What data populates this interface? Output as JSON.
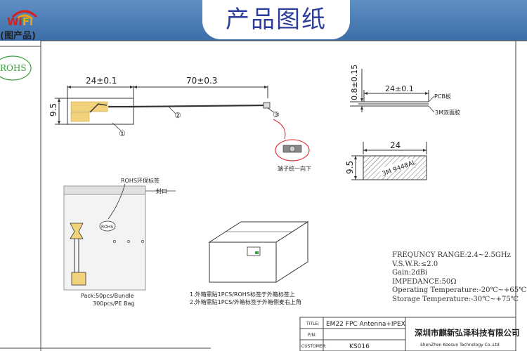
{
  "header": {
    "title": "产品图纸",
    "logo": {
      "main": "Wi",
      "accent": "Fi"
    }
  },
  "stamps": {
    "rohs": "ROHS",
    "cut_chars": "(图产品)"
  },
  "antenna": {
    "dim_width": "24±0.1",
    "dim_cable": "70±0.3",
    "dim_height": "9.5",
    "callouts": [
      "①",
      "②",
      "③"
    ],
    "connector_note": "端子统一向下"
  },
  "side_view": {
    "dim_thickness": "0.8±0.15",
    "dim_width": "24±0.1",
    "label_pcb": "PCB板",
    "label_tape": "3M双面胶"
  },
  "adhesive": {
    "dim_width": "24",
    "dim_height": "9.5",
    "text": "3M 9448AL"
  },
  "bag": {
    "rohs_label": "ROHS环保标签",
    "seal_label": "封口",
    "rohs_sticker": "ROHS",
    "pack_line1": "Pack:50pcs/Bundle",
    "pack_line2": "300pcs/PE Bag"
  },
  "box_notes": [
    "1.外箱需贴1PCS/ROHS标签于外箱标签上",
    "2.外箱需贴1PCS/外箱标签于外箱侧麦右上角"
  ],
  "specs": [
    "FREQUNCY RANGE:2.4~2.5GHz",
    "V.S.W.R:≤2.0",
    "Gain:2dBi",
    "IMPEDANCE:50Ω",
    "Operating Temperature:-20℃~+65℃",
    "Storage Temperature:-30℃~+75℃"
  ],
  "title_block": {
    "title_label": "TITLE:",
    "title_value": "EM22 FPC  Antenna+IPEX",
    "pn_label": "P/N:",
    "pn_value": "",
    "customer_label": "CUSTOMER:",
    "customer_value": "KS016",
    "company_cn": "深圳市麒新弘泽科技有限公司",
    "company_en": "ShenZhen Keesun Technology Co.,Ltd"
  }
}
